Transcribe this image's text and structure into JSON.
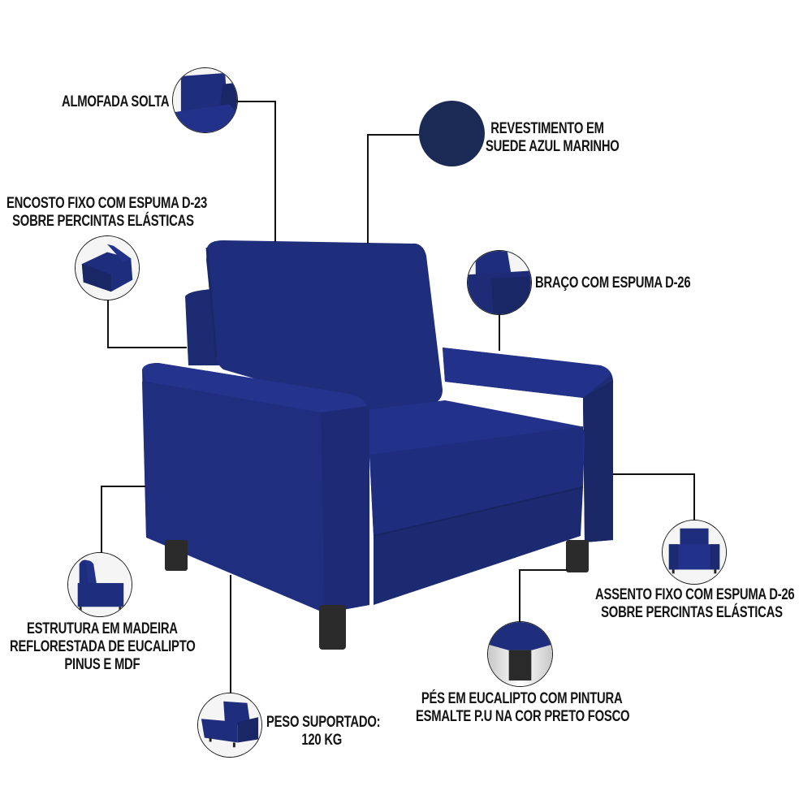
{
  "product": {
    "name": "Poltrona",
    "color_name": "Suede Azul Marinho",
    "colors": {
      "upholstery": "#1e2d78",
      "upholstery_dark": "#17235e",
      "upholstery_light": "#25358a",
      "swatch": "#1b2a55",
      "legs": "#2a2a2a",
      "text": "#141414",
      "line": "#111111"
    }
  },
  "callouts": [
    {
      "id": "almofada",
      "lines": [
        "ALMOFADA SOLTA"
      ],
      "icon": "loose-cushion-detail"
    },
    {
      "id": "encosto",
      "lines": [
        "ENCOSTO FIXO COM ESPUMA D-23",
        "SOBRE PERCINTAS ELÁSTICAS"
      ],
      "icon": "fixed-backrest-detail"
    },
    {
      "id": "revestimento",
      "lines": [
        "REVESTIMENTO EM",
        "SUEDE AZUL MARINHO"
      ],
      "icon": "fabric-swatch"
    },
    {
      "id": "braco",
      "lines": [
        "BRAÇO COM ESPUMA D-26"
      ],
      "icon": "armrest-detail"
    },
    {
      "id": "assento",
      "lines": [
        "ASSENTO FIXO COM ESPUMA D-26",
        "SOBRE PERCINTAS ELÁSTICAS"
      ],
      "icon": "front-view-chair"
    },
    {
      "id": "estrutura",
      "lines": [
        "ESTRUTURA EM MADEIRA",
        "REFLORESTADA DE EUCALIPTO",
        "PINUS E MDF"
      ],
      "icon": "side-view-chair"
    },
    {
      "id": "peso",
      "lines": [
        "PESO SUPORTADO:",
        "120 KG"
      ],
      "icon": "perspective-chair"
    },
    {
      "id": "pes",
      "lines": [
        "PÉS EM EUCALIPTO COM PINTURA",
        "ESMALTE P.U NA COR PRETO FOSCO"
      ],
      "icon": "leg-detail"
    }
  ]
}
